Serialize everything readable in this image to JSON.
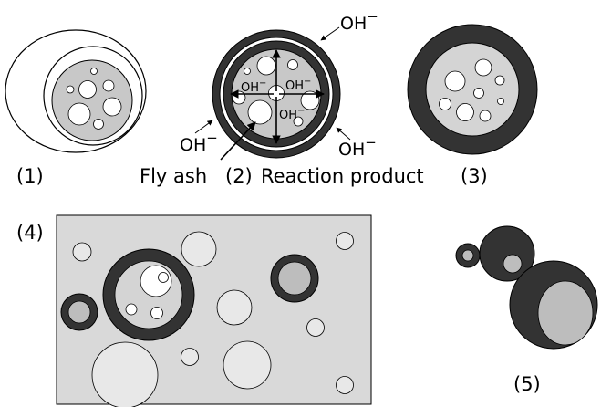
{
  "labels": {
    "stage1": "(1)",
    "stage2": "(2)",
    "stage3": "(3)",
    "stage4": "(4)",
    "stage5": "(5)",
    "fly_ash": "Fly ash",
    "reaction_product": "Reaction product",
    "oh_top": "OH",
    "oh_left": "OH",
    "oh_right": "OH",
    "oh_inner_1": "OH",
    "oh_inner_2": "OH",
    "oh_inner_3": "OH"
  },
  "colors": {
    "reaction_product": "#333333",
    "fly_ash_fill": "#c8c8c8",
    "particle_light": "#e8e8e8",
    "matrix": "#d9d9d9",
    "outline": "#000000"
  }
}
